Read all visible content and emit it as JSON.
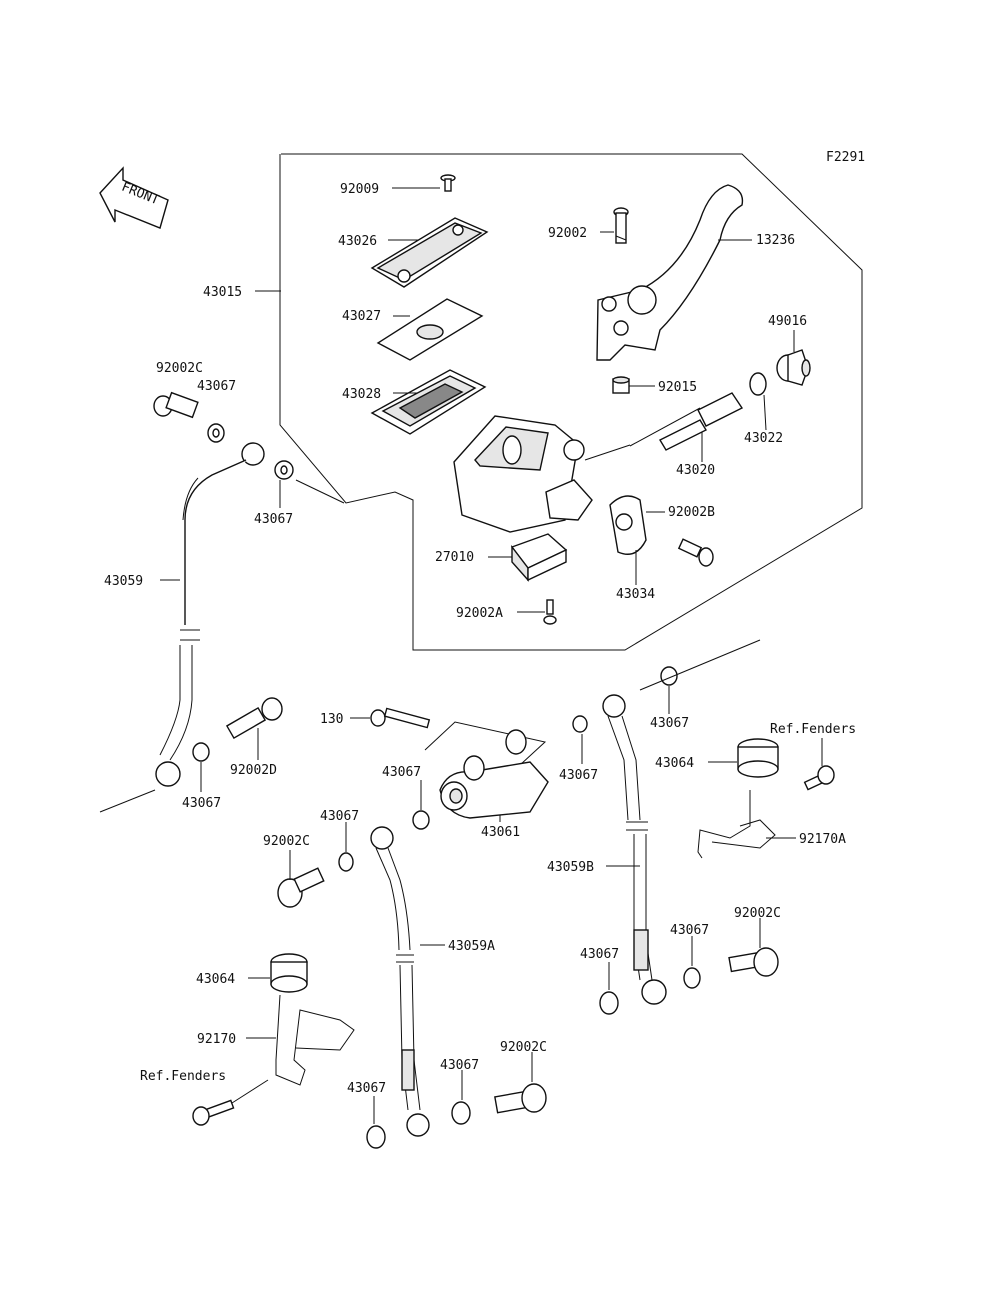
{
  "figure_code": "F2291",
  "front_label": "FRONT",
  "labels": {
    "l92009": "92009",
    "l43026": "43026",
    "l43015": "43015",
    "l43027": "43027",
    "l43028": "43028",
    "l92002": "92002",
    "l13236": "13236",
    "l49016": "49016",
    "l92015": "92015",
    "l43022": "43022",
    "l43020": "43020",
    "l92002B": "92002B",
    "l27010": "27010",
    "l43034": "43034",
    "l92002A": "92002A",
    "l92002C_a": "92002C",
    "l43067_a": "43067",
    "l43067_b": "43067",
    "l43059": "43059",
    "l43067_c": "43067",
    "l92002D": "92002D",
    "l130": "130",
    "l43067_d": "43067",
    "l43061": "43061",
    "l43067_e": "43067",
    "l43067_f": "43067",
    "l43064_a": "43064",
    "lRefFenders_a": "Ref.Fenders",
    "l92170A": "92170A",
    "l92002C_b": "92002C",
    "l43067_g": "43067",
    "l43059B": "43059B",
    "l43059A": "43059A",
    "l92002C_c": "92002C",
    "l43067_h": "43067",
    "l43067_i": "43067",
    "l43064_b": "43064",
    "l92170": "92170",
    "lRefFenders_b": "Ref.Fenders",
    "l43067_j": "43067",
    "l43067_k": "43067",
    "l92002C_d": "92002C"
  }
}
